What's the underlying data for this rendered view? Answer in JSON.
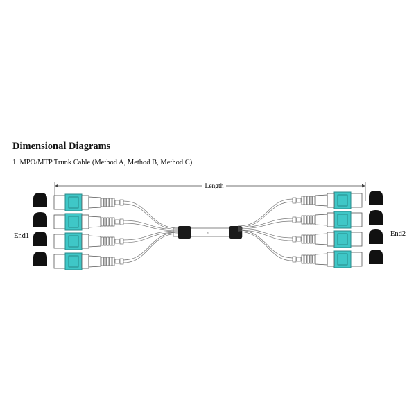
{
  "heading": "Dimensional Diagrams",
  "caption": "1. MPO/MTP Trunk Cable (Method A, Method B, Method C).",
  "diagram": {
    "length_label": "Length",
    "end1_label": "End1",
    "end2_label": "End2",
    "connector_count_per_end": 4,
    "colors": {
      "connector_body": "#3fc7c7",
      "cap": "#111111",
      "line": "#555555"
    }
  }
}
